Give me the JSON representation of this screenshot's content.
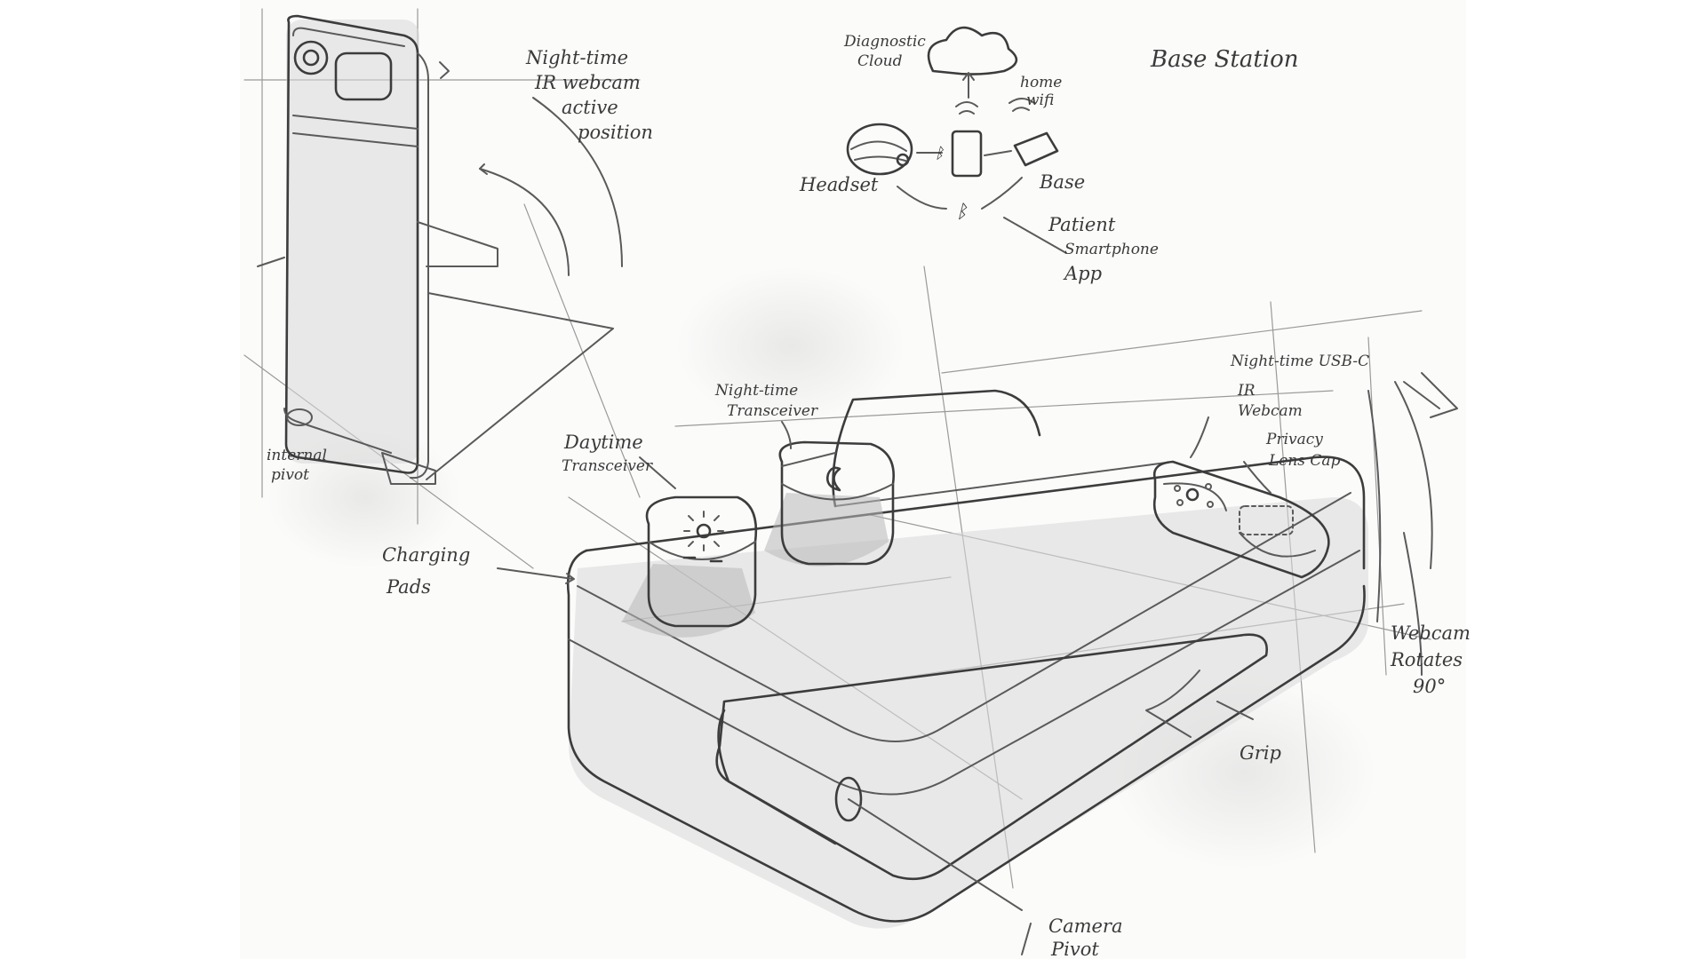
{
  "sketch": {
    "title": "Base Station",
    "labels": {
      "night_ir_active_1": "Night-time",
      "night_ir_active_2": "IR webcam",
      "night_ir_active_3": "active",
      "night_ir_active_4": "position",
      "internal_pivot_1": "internal",
      "internal_pivot_2": "pivot",
      "diagnostic_cloud_1": "Diagnostic",
      "diagnostic_cloud_2": "Cloud",
      "home_wifi_1": "home",
      "home_wifi_2": "wifi",
      "headset": "Headset",
      "base": "Base",
      "patient_app_1": "Patient",
      "patient_app_2": "Smartphone",
      "patient_app_3": "App",
      "night_transceiver_1": "Night-time",
      "night_transceiver_2": "Transceiver",
      "day_transceiver_1": "Daytime",
      "day_transceiver_2": "Transceiver",
      "charging_pads_1": "Charging",
      "charging_pads_2": "Pads",
      "night_usbc": "Night-time USB-C",
      "ir_webcam_1": "IR",
      "ir_webcam_2": "Webcam",
      "privacy_cap_1": "Privacy",
      "privacy_cap_2": "Lens Cap",
      "webcam_rotates_1": "Webcam",
      "webcam_rotates_2": "Rotates",
      "webcam_rotates_3": "90°",
      "grip": "Grip",
      "camera_pivot_1": "Camera",
      "camera_pivot_2": "Pivot"
    }
  }
}
